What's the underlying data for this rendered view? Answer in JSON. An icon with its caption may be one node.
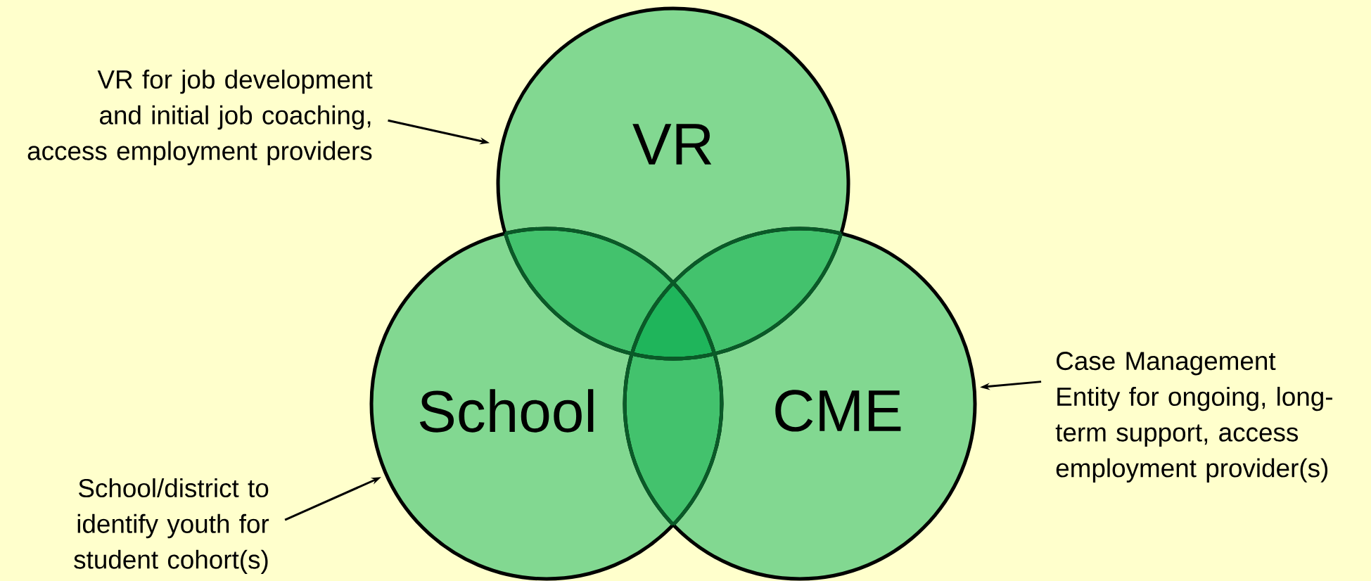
{
  "diagram": {
    "nodes": [
      {
        "text": [
          "VR for job development and initial job coaching, access employment providers"
        ]
      },
      {
        "text": [
          "VR"
        ]
      },
      {
        "text": [
          "School"
        ]
      },
      {
        "text": [
          "CME"
        ]
      },
      {
        "text": [
          "Case Management Entity for ongoing, long-term support, access employment provider(s)"
        ]
      },
      {
        "text": [
          "School/district to identify youth for student cohort(s)"
        ]
      }
    ],
    "edges": [
      {
        "from": 0,
        "to": 1,
        "arrow": "to"
      },
      {
        "from": 4,
        "to": 3,
        "arrow": "to"
      },
      {
        "from": 5,
        "to": 2,
        "arrow": "to"
      }
    ]
  }
}
